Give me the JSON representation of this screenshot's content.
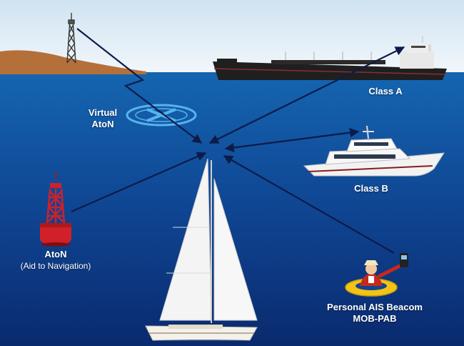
{
  "labels": {
    "virtual_aton_line1": "Virtual",
    "virtual_aton_line2": "AtoN",
    "class_a": "Class A",
    "class_b": "Class B",
    "aton_title": "AtoN",
    "aton_subtitle": "(Aid to Navigation)",
    "pab_line1": "Personal AIS Beacom",
    "pab_line2": "MOB-PAB"
  },
  "colors": {
    "sky_top": "#cfe3f1",
    "sky_bottom": "#f2f7fb",
    "sea_top": "#1565b0",
    "sea_bottom": "#0a2a6e",
    "arrow": "#0d1b4a",
    "buoy_red": "#d0202a",
    "virtual_ring": "#57b3ee",
    "land": "#b5703a"
  }
}
